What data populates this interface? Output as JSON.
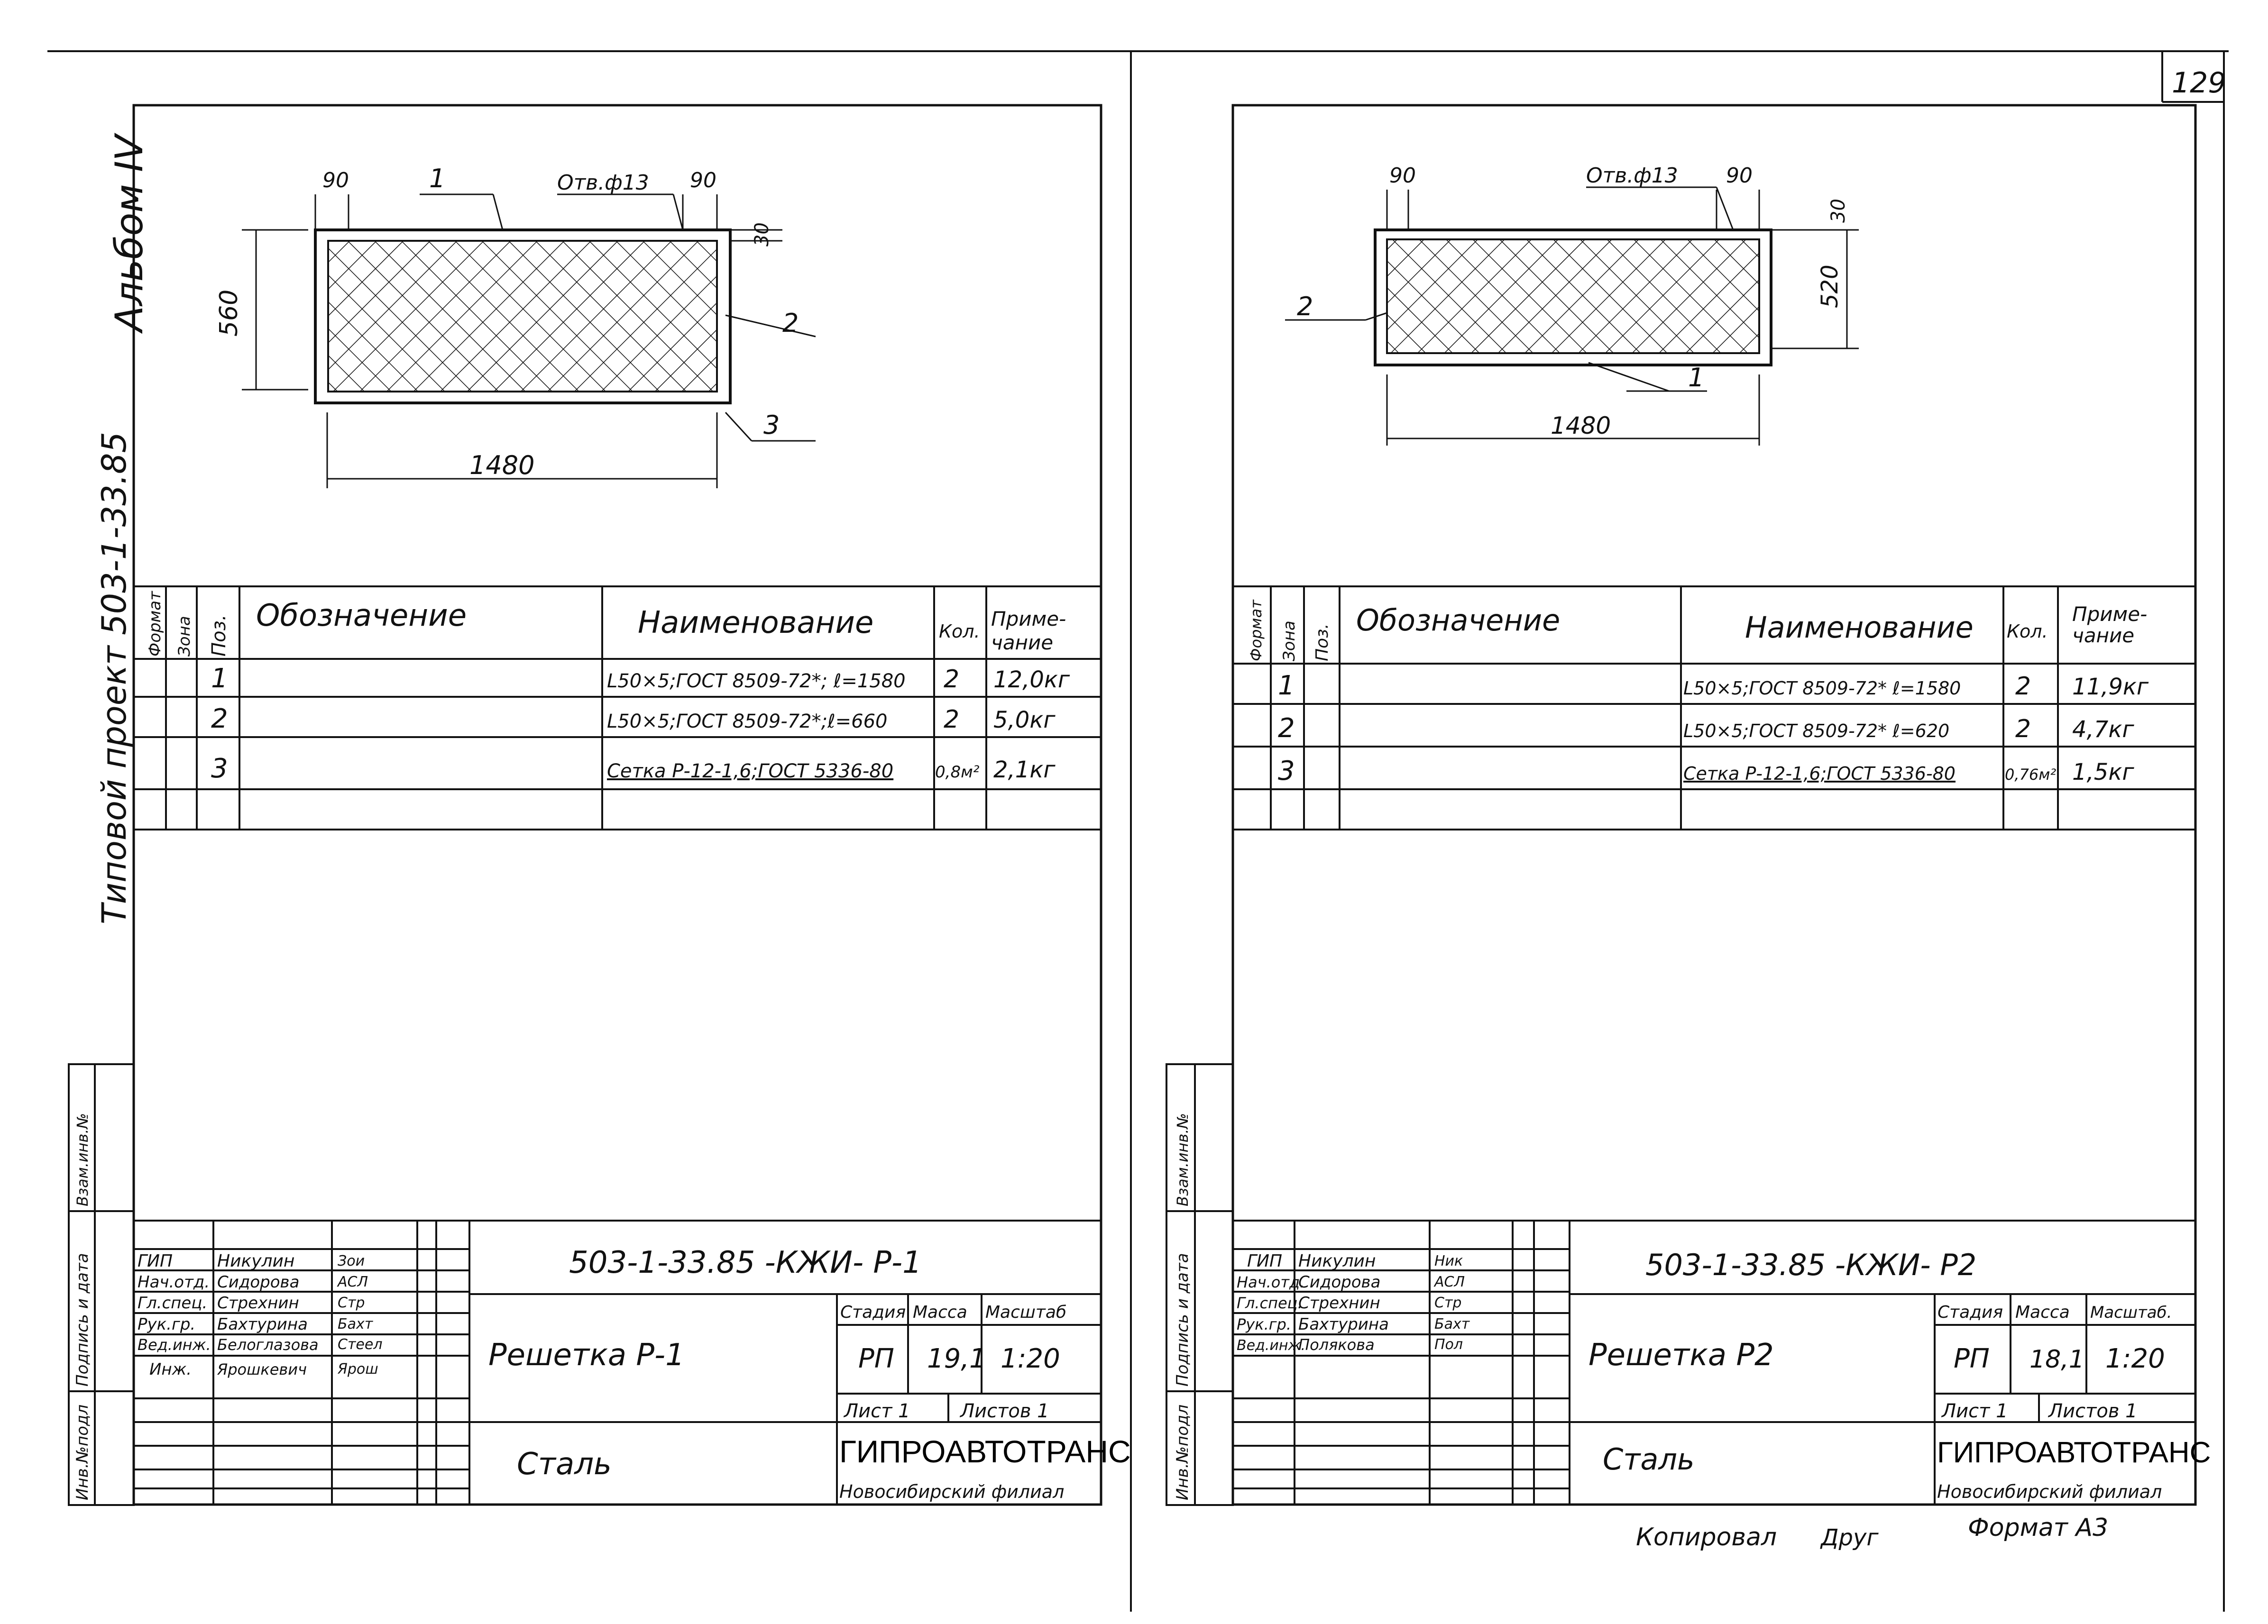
{
  "page_number": "129",
  "left": {
    "side_title_1": "Типовой проект 503-1-33.85",
    "side_title_2": "Альбом IV",
    "drawing": {
      "dim_width": "1480",
      "dim_height": "560",
      "dim_left_edge": "90",
      "dim_right_edge": "90",
      "dim_top_edge": "30",
      "hole": "Отв.ф13",
      "callouts": [
        "1",
        "2",
        "3"
      ]
    },
    "spec_headers": {
      "format": "Формат",
      "zone": "Зона",
      "pos": "Поз.",
      "designation": "Обозначение",
      "name": "Наименование",
      "qty": "Кол.",
      "note_line1": "Приме-",
      "note_line2": "чание"
    },
    "spec_rows": [
      {
        "pos": "1",
        "name": "L50×5;ГОСТ 8509-72*; ℓ=1580",
        "qty": "2",
        "note": "12,0кг"
      },
      {
        "pos": "2",
        "name": "L50×5;ГОСТ 8509-72*;ℓ=660",
        "qty": "2",
        "note": "5,0кг"
      },
      {
        "pos": "3",
        "name": "Сетка Р-12-1,6;ГОСТ 5336-80",
        "qty": "0,8м²",
        "note": "2,1кг"
      }
    ],
    "side_stamp": [
      "Инв.№подл",
      "Подпись и дата",
      "Взам.инв.№"
    ],
    "title_block": {
      "code": "503-1-33.85  -КЖИ- Р-1",
      "roles": [
        "ГИП",
        "Нач.отд.",
        "Гл.спец.",
        "Рук.гр.",
        "Вед.инж.",
        "Инж."
      ],
      "names": [
        "Никулин",
        "Сидорова",
        "Стрехнин",
        "Бахтурина",
        "Белоглазова",
        "Ярошкевич"
      ],
      "signatures": [
        "Зои",
        "АСЛ",
        "Стр",
        "Бахт",
        "Стеел",
        "Ярош"
      ],
      "title": "Решетка Р-1",
      "material": "Сталь",
      "stage_label": "Стадия",
      "mass_label": "Масса",
      "scale_label": "Масштаб",
      "stage": "РП",
      "mass": "19,1",
      "scale": "1:20",
      "sheet": "Лист 1",
      "sheets": "Листов 1",
      "org": "ГИПРОАВТОТРАНС",
      "branch": "Новосибирский филиал"
    }
  },
  "right": {
    "drawing": {
      "dim_width": "1480",
      "dim_height": "520",
      "dim_left_edge": "90",
      "dim_right_edge": "90",
      "dim_top_edge": "30",
      "hole": "Отв.ф13",
      "callouts": [
        "1",
        "2"
      ]
    },
    "spec_headers": {
      "format": "Формат",
      "zone": "Зона",
      "pos": "Поз.",
      "designation": "Обозначение",
      "name": "Наименование",
      "qty": "Кол.",
      "note_line1": "Приме-",
      "note_line2": "чание"
    },
    "spec_rows": [
      {
        "pos": "1",
        "name": "L50×5;ГОСТ 8509-72* ℓ=1580",
        "qty": "2",
        "note": "11,9кг"
      },
      {
        "pos": "2",
        "name": "L50×5;ГОСТ 8509-72* ℓ=620",
        "qty": "2",
        "note": "4,7кг"
      },
      {
        "pos": "3",
        "name": "Сетка Р-12-1,6;ГОСТ 5336-80",
        "qty": "0,76м²",
        "note": "1,5кг"
      }
    ],
    "side_stamp": [
      "Инв.№подл",
      "Подпись и дата",
      "Взам.инв.№"
    ],
    "title_block": {
      "code": "503-1-33.85  -КЖИ- Р2",
      "roles": [
        "ГИП",
        "Нач.отд.",
        "Гл.спец.",
        "Рук.гр.",
        "Вед.инж."
      ],
      "names": [
        "Никулин",
        "Сидорова",
        "Стрехнин",
        "Бахтурина",
        "Полякова"
      ],
      "signatures": [
        "Ник",
        "АСЛ",
        "Стр",
        "Бахт",
        "Пол"
      ],
      "title": "Решетка Р2",
      "material": "Сталь",
      "stage_label": "Стадия",
      "mass_label": "Масса",
      "scale_label": "Масштаб.",
      "stage": "РП",
      "mass": "18,1",
      "scale": "1:20",
      "sheet": "Лист 1",
      "sheets": "Листов 1",
      "org": "ГИПРОАВТОТРАНС",
      "branch": "Новосибирский филиал"
    },
    "copied_label": "Копировал",
    "copied_sign": "Друг",
    "format_label": "Формат А3"
  }
}
